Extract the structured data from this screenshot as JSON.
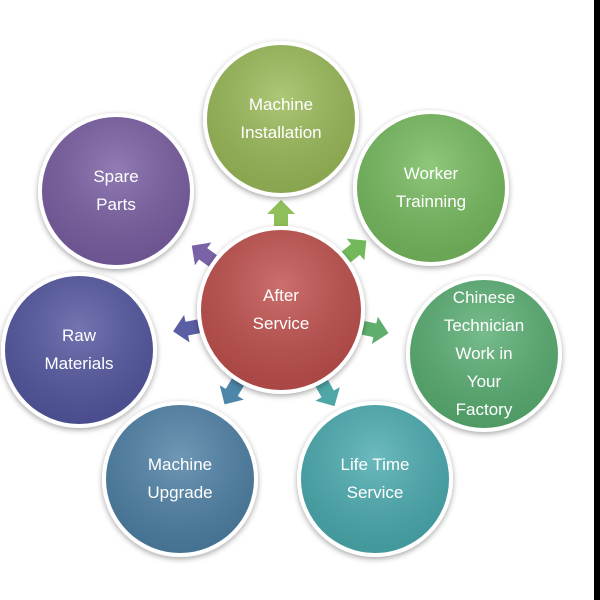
{
  "center": {
    "text": "After\nService",
    "color": "#c0504d"
  },
  "nodes": [
    {
      "id": "machine-installation",
      "text": "Machine\nInstallation",
      "color": "#9bbb59"
    },
    {
      "id": "worker-training",
      "text": "Worker\nTrainning",
      "color": "#77bb5f"
    },
    {
      "id": "chinese-technician",
      "text": "Chinese\nTechnician\nWork  in\nYour\nFactory",
      "color": "#5aaf73"
    },
    {
      "id": "life-time-service",
      "text": "Life  Time\nService",
      "color": "#4bacb0"
    },
    {
      "id": "machine-upgrade",
      "text": "Machine\nUpgrade",
      "color": "#4f81a6"
    },
    {
      "id": "raw-materials",
      "text": "Raw\nMaterials",
      "color": "#5457a0"
    },
    {
      "id": "spare-parts",
      "text": "Spare\nParts",
      "color": "#7a5fa3"
    }
  ]
}
